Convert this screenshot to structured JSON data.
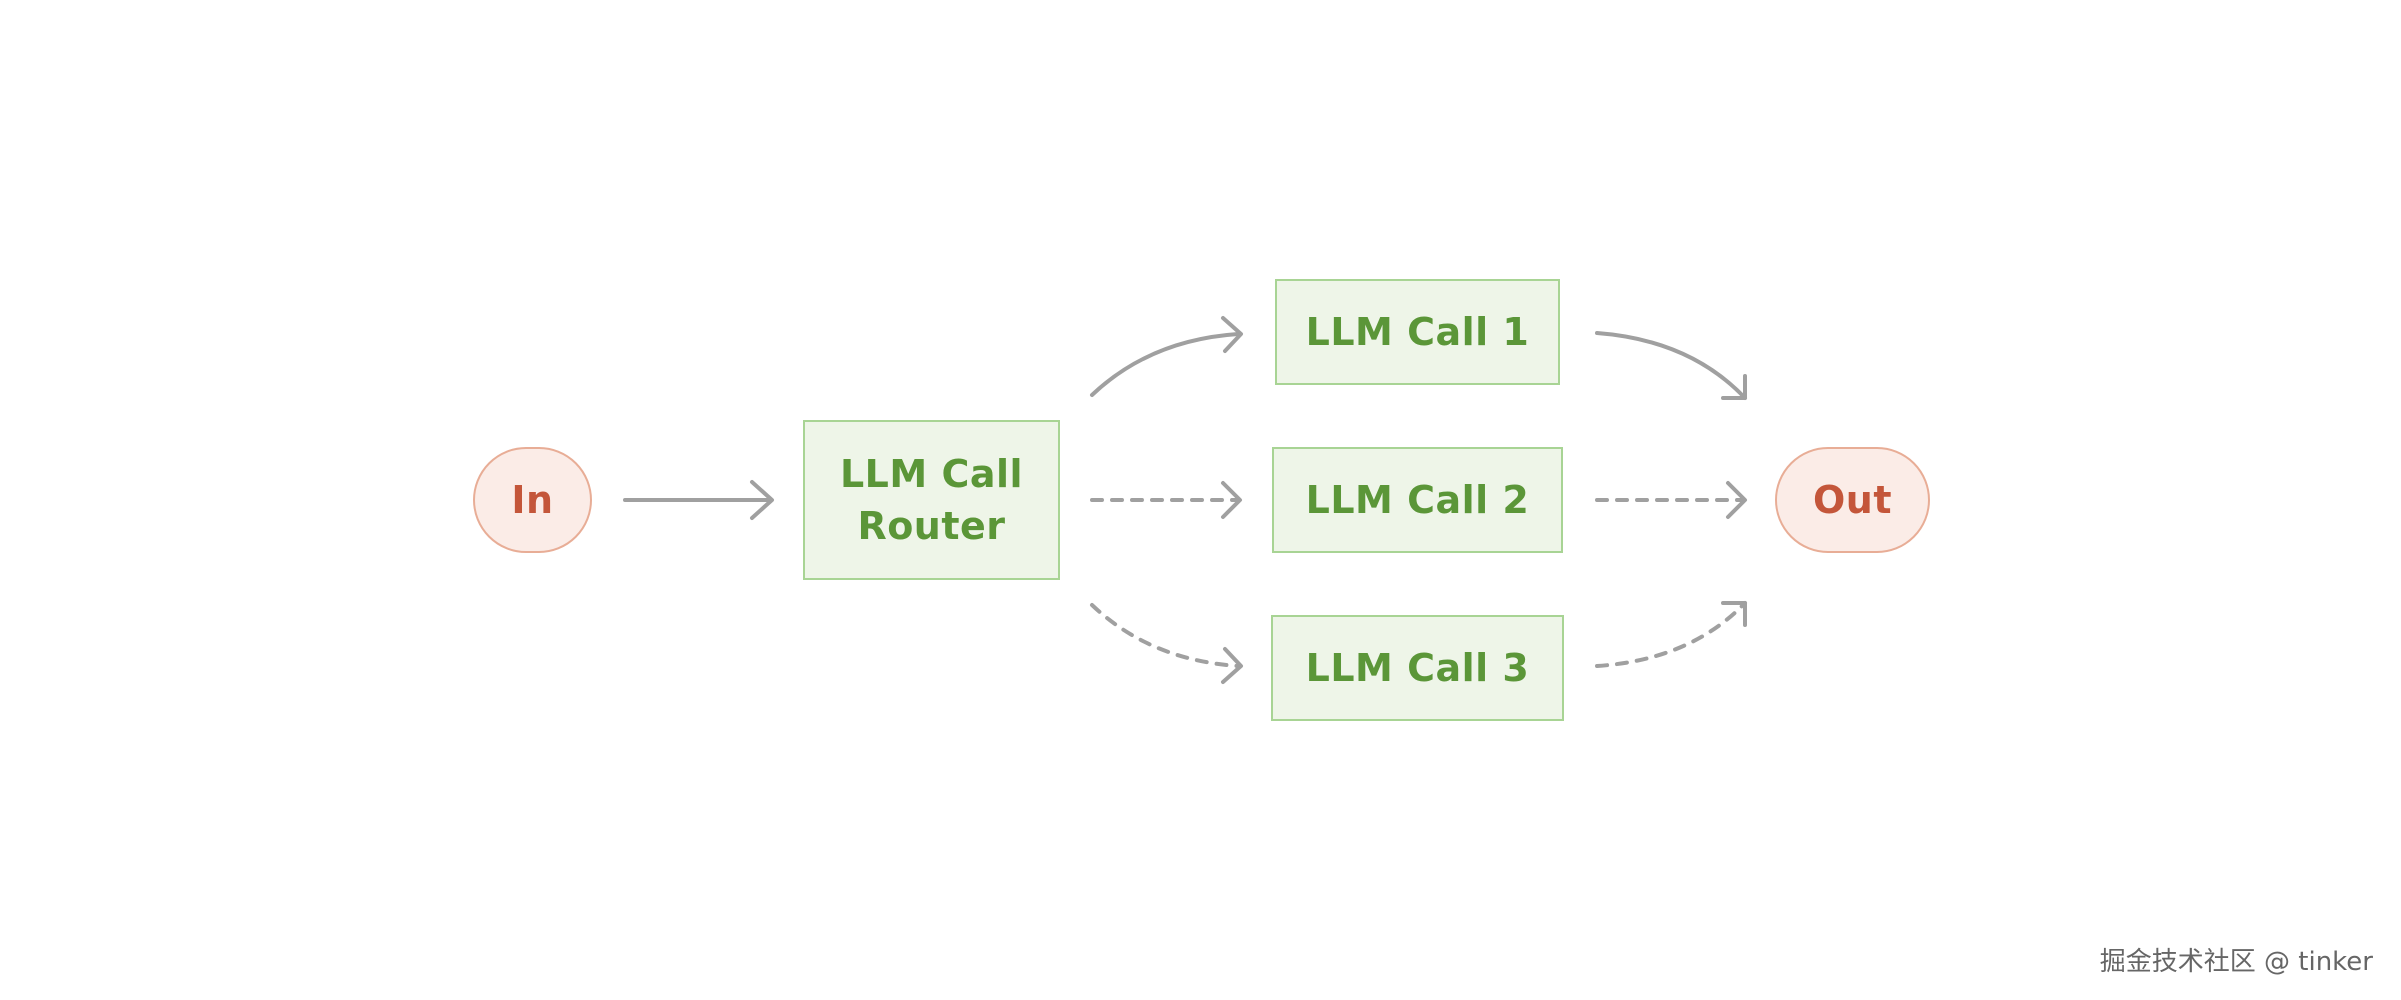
{
  "nodes": {
    "input": "In",
    "router": "LLM Call\nRouter",
    "call_1": "LLM Call 1",
    "call_2": "LLM Call 2",
    "call_3": "LLM Call 3",
    "output": "Out"
  },
  "colors": {
    "terminal_fill": "#fbece7",
    "terminal_border": "#e8ad96",
    "terminal_text": "#c4563a",
    "llm_fill": "#eef5e8",
    "llm_border": "#a8d494",
    "llm_text": "#5b9638",
    "arrow": "#a0a0a0"
  },
  "edges": [
    {
      "from": "In",
      "to": "LLM Call Router",
      "style": "solid"
    },
    {
      "from": "LLM Call Router",
      "to": "LLM Call 1",
      "style": "solid"
    },
    {
      "from": "LLM Call Router",
      "to": "LLM Call 2",
      "style": "dashed"
    },
    {
      "from": "LLM Call Router",
      "to": "LLM Call 3",
      "style": "dashed"
    },
    {
      "from": "LLM Call 1",
      "to": "Out",
      "style": "solid"
    },
    {
      "from": "LLM Call 2",
      "to": "Out",
      "style": "dashed"
    },
    {
      "from": "LLM Call 3",
      "to": "Out",
      "style": "dashed"
    }
  ],
  "watermark": "掘金技术社区 @ tinker"
}
